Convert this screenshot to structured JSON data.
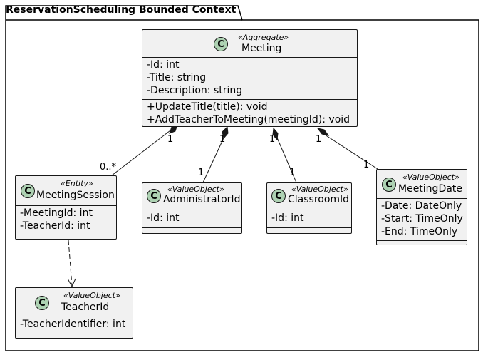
{
  "package": {
    "name": "ReservationScheduling Bounded Context"
  },
  "classes": {
    "meeting": {
      "stereotype": "«Aggregate»",
      "name": "Meeting",
      "attributes": [
        "-Id: int",
        "-Title: string",
        "-Description: string"
      ],
      "methods": [
        "+UpdateTitle(title): void",
        "+AddTeacherToMeeting(meetingId): void"
      ]
    },
    "meeting_session": {
      "stereotype": "«Entity»",
      "name": "MeetingSession",
      "attributes": [
        "-MeetingId: int",
        "-TeacherId: int"
      ]
    },
    "administrator_id": {
      "stereotype": "«ValueObject»",
      "name": "AdministratorId",
      "attributes": [
        "-Id: int"
      ]
    },
    "classroom_id": {
      "stereotype": "«ValueObject»",
      "name": "ClassroomId",
      "attributes": [
        "-Id: int"
      ]
    },
    "meeting_date": {
      "stereotype": "«ValueObject»",
      "name": "MeetingDate",
      "attributes": [
        "-Date: DateOnly",
        "-Start: TimeOnly",
        "-End: TimeOnly"
      ]
    },
    "teacher_id": {
      "stereotype": "«ValueObject»",
      "name": "TeacherId",
      "attributes": [
        "-TeacherIdentifier: int"
      ]
    }
  },
  "class_icon_letter": "C",
  "relations": {
    "meeting_to_session": {
      "from_mult": "1",
      "to_mult": "0..*"
    },
    "meeting_to_administrator": {
      "from_mult": "1",
      "to_mult": "1"
    },
    "meeting_to_classroom": {
      "from_mult": "1",
      "to_mult": "1"
    },
    "meeting_to_date": {
      "from_mult": "1",
      "to_mult": "1"
    }
  }
}
